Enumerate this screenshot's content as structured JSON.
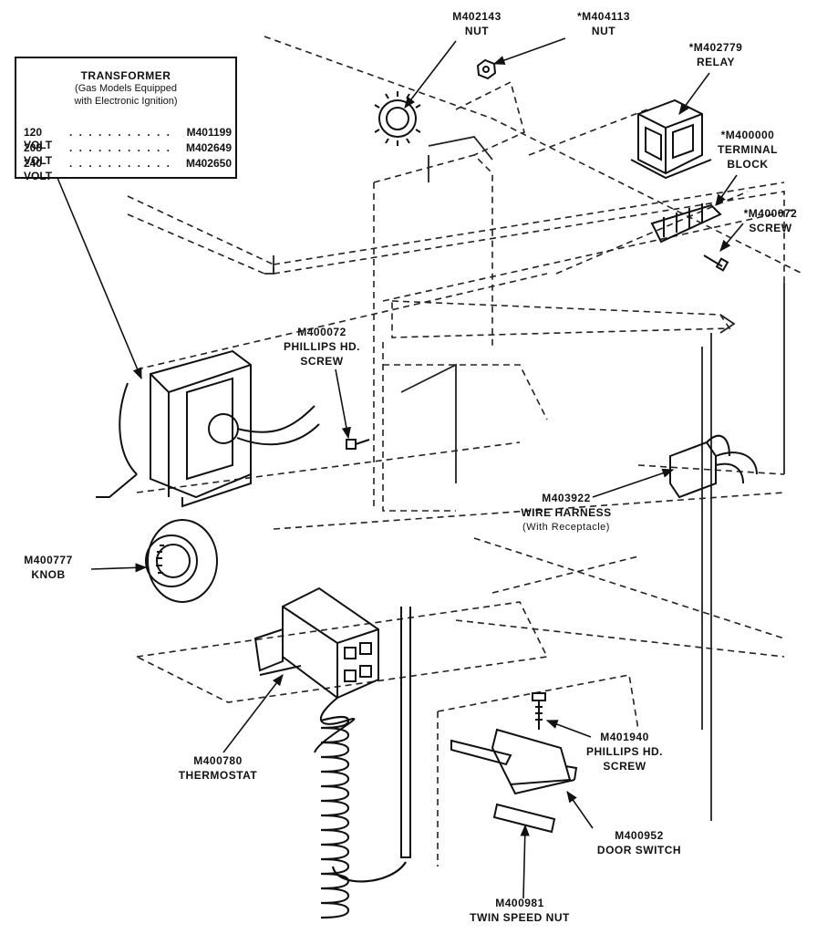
{
  "transformer_box": {
    "title": "TRANSFORMER",
    "subtitle_1": "(Gas Models Equipped",
    "subtitle_2": "with Electronic Ignition)",
    "rows": [
      {
        "voltage": "120 VOLT",
        "part": "M401199"
      },
      {
        "voltage": "208 VOLT",
        "part": "M402649"
      },
      {
        "voltage": "240 VOLT",
        "part": "M402650"
      }
    ]
  },
  "labels": {
    "nut_1": {
      "part": "M402143",
      "name": "NUT"
    },
    "nut_2": {
      "part": "*M404113",
      "name": "NUT"
    },
    "relay": {
      "part": "*M402779",
      "name": "RELAY"
    },
    "terminal_block": {
      "part": "*M400000",
      "name_1": "TERMINAL",
      "name_2": "BLOCK"
    },
    "screw_top": {
      "part": "*M400072",
      "name": "SCREW"
    },
    "phillips_screw_mid": {
      "part": "M400072",
      "name_1": "PHILLIPS HD.",
      "name_2": "SCREW"
    },
    "wire_harness": {
      "part": "M403922",
      "name": "WIRE HARNESS",
      "note": "(With Receptacle)"
    },
    "knob": {
      "part": "M400777",
      "name": "KNOB"
    },
    "thermostat": {
      "part": "M400780",
      "name": "THERMOSTAT"
    },
    "phillips_screw_low": {
      "part": "M401940",
      "name_1": "PHILLIPS HD.",
      "name_2": "SCREW"
    },
    "door_switch": {
      "part": "M400952",
      "name": "DOOR SWITCH"
    },
    "twin_speed_nut": {
      "part": "M400981",
      "name": "TWIN SPEED NUT"
    }
  }
}
